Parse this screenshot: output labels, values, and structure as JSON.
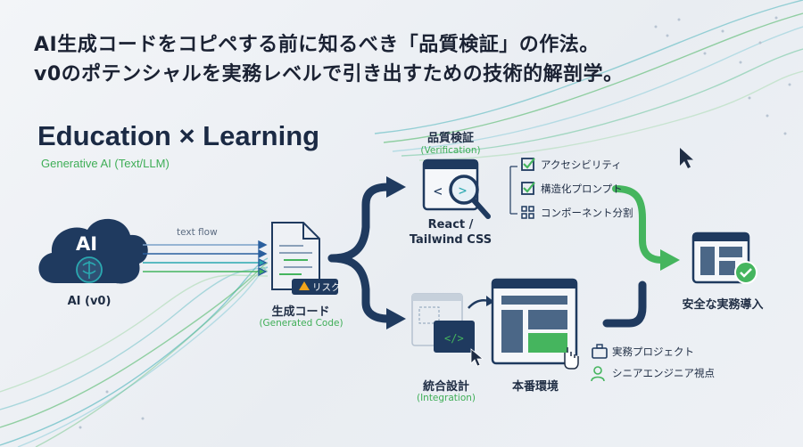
{
  "headline": {
    "line1": "AI生成コードをコピペする前に知るべき「品質検証」の作法。",
    "line2": "v0のポテンシャルを実務レベルで引き出すための技術的解剖学。"
  },
  "title": "Education × Learning",
  "subtitle": "Generative AI (Text/LLM)",
  "ai_node": {
    "badge": "AI",
    "label": "AI (v0)"
  },
  "flow_label": "text flow",
  "generated": {
    "label": "生成コード",
    "sub": "(Generated Code)",
    "risk": "リスク"
  },
  "verification": {
    "label": "品質検証",
    "sub": "(Verification)",
    "tech1": "React /",
    "tech2": "Tailwind CSS"
  },
  "checklist": [
    "アクセシビリティ",
    "構造化プロンプト",
    "コンポーネント分割"
  ],
  "integration": {
    "label": "統合設計",
    "sub": "(Integration)",
    "code": "</>"
  },
  "production": {
    "label": "本番環境"
  },
  "adoption": {
    "label": "安全な実務導入"
  },
  "notes": [
    "実務プロジェクト",
    "シニアエンジニア視点"
  ],
  "colors": {
    "navy": "#1f3a5f",
    "green": "#45b55e",
    "teal": "#2aa8b0",
    "text": "#1b2233"
  }
}
